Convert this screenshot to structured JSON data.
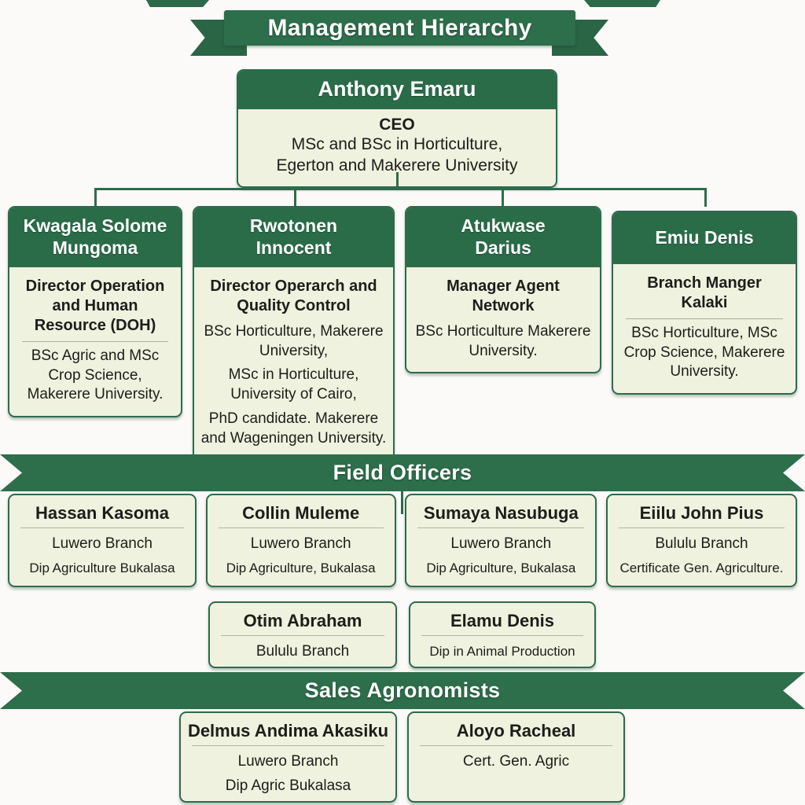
{
  "banners": {
    "title": "Management Hierarchy",
    "field_officers": "Field Officers",
    "sales_agronomists": "Sales Agronomists"
  },
  "colors": {
    "ribbon_green": "#2d6e4b",
    "header_green": "#2a6b48",
    "card_background": "#eef2de",
    "border_green": "#2e6b4c",
    "text_dark": "#1d1d1b",
    "text_white": "#ffffff"
  },
  "ceo": {
    "name": "Anthony Emaru",
    "title": "CEO",
    "line1": "MSc and BSc in Horticulture,",
    "line2": "Egerton and Makerere University"
  },
  "managers": [
    {
      "name": "Kwagala Solome Mungoma",
      "role": "Director Operation and Human Resource (DOH)",
      "qual1": "BSc Agric and MSc Crop Science, Makerere University."
    },
    {
      "name": "Rwotonen Innocent",
      "role": "Director Operarch and Quality Control",
      "qual1": "BSc Horticulture, Makerere University,",
      "qual2": "MSc in Horticulture, University of Cairo,",
      "qual3": "PhD candidate. Makerere and Wageningen University."
    },
    {
      "name": "Atukwase Darius",
      "role": "Manager Agent Network",
      "qual1": "BSc Horticulture Makerere University."
    },
    {
      "name": "Emiu Denis",
      "role": "Branch Manger Kalaki",
      "qual1": "BSc Horticulture, MSc Crop Science, Makerere University."
    }
  ],
  "field_officers": [
    {
      "name": "Hassan Kasoma",
      "line1": "Luwero Branch",
      "line2": "Dip Agriculture Bukalasa"
    },
    {
      "name": "Collin Muleme",
      "line1": "Luwero Branch",
      "line2": "Dip Agriculture, Bukalasa"
    },
    {
      "name": "Sumaya Nasubuga",
      "line1": "Luwero Branch",
      "line2": "Dip Agriculture, Bukalasa"
    },
    {
      "name": "Eiilu John Pius",
      "line1": "Bululu Branch",
      "line2": "Certificate Gen. Agriculture."
    },
    {
      "name": "Otim Abraham",
      "line1": "Bululu Branch"
    },
    {
      "name": "Elamu Denis",
      "line1": "Dip in Animal Production"
    }
  ],
  "sales_agronomists": [
    {
      "name": "Delmus Andima Akasiku",
      "line1": "Luwero Branch",
      "line2": "Dip Agric Bukalasa"
    },
    {
      "name": "Aloyo Racheal",
      "line1": "Cert. Gen. Agric"
    }
  ]
}
